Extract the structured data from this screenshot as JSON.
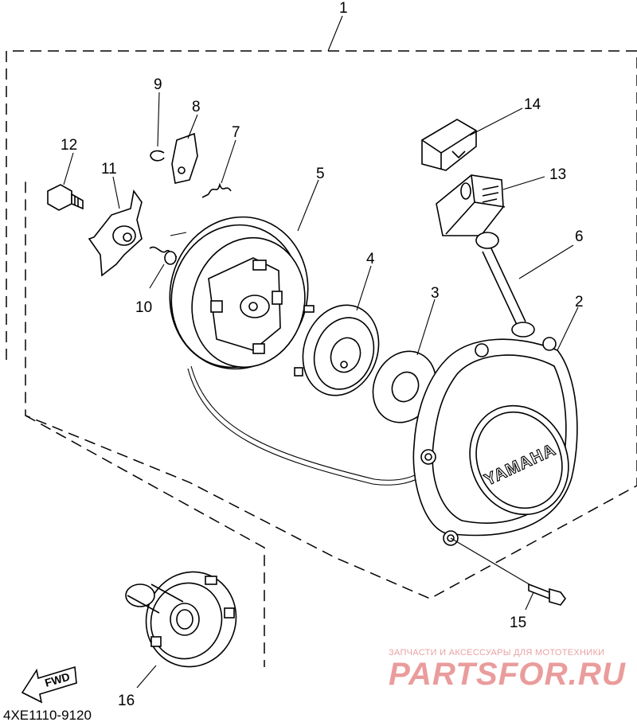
{
  "diagram": {
    "ref_code": "4XE1110-9120",
    "brand_mark": "YAMAHA",
    "fwd_label": "FWD",
    "callouts": [
      "1",
      "2",
      "3",
      "4",
      "5",
      "6",
      "7",
      "8",
      "9",
      "10",
      "11",
      "12",
      "13",
      "14",
      "15",
      "16"
    ],
    "watermark": {
      "tagline": "ЗАПЧАСТИ И АКСЕССУАРЫ ДЛЯ МОТОТЕХНИКИ",
      "logo": "PARTSFOR.RU"
    }
  }
}
